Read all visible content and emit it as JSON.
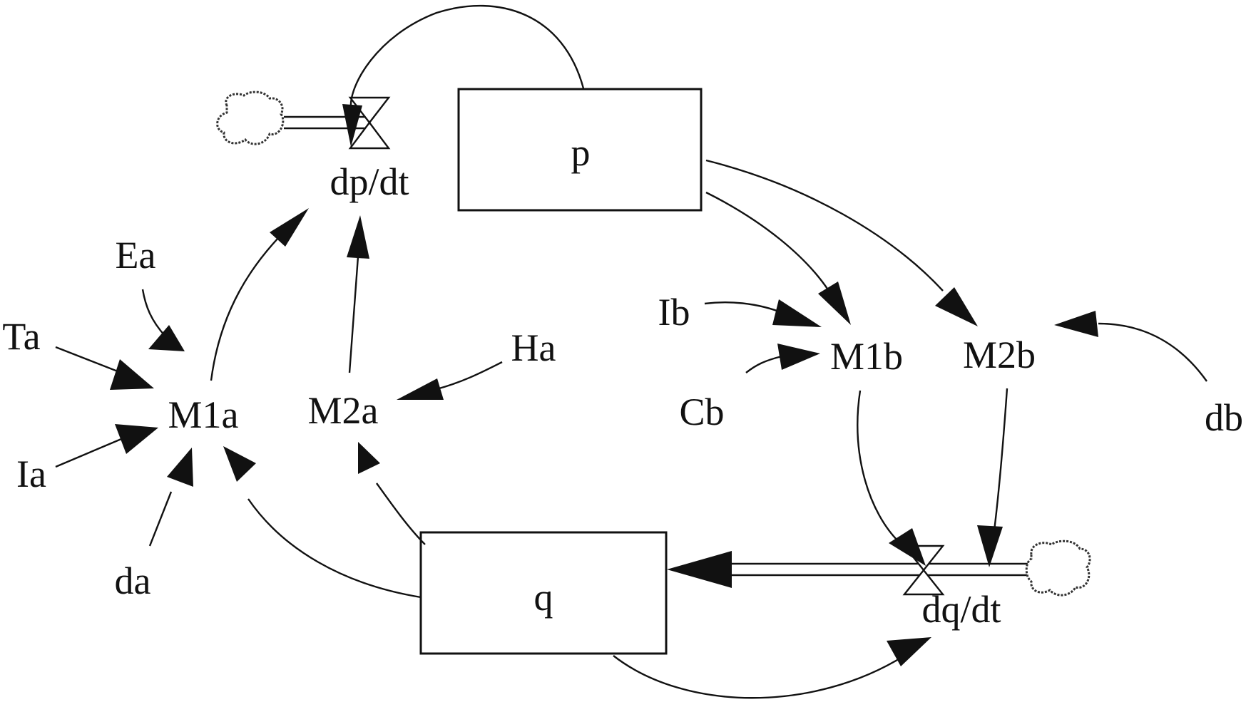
{
  "stocks": {
    "p": "p",
    "q": "q"
  },
  "flows": {
    "dp_dt": "dp/dt",
    "dq_dt": "dq/dt"
  },
  "variables": {
    "M1a": "M1a",
    "M2a": "M2a",
    "M1b": "M1b",
    "M2b": "M2b",
    "Ea": "Ea",
    "Ta": "Ta",
    "Ia": "Ia",
    "da": "da",
    "Ha": "Ha",
    "Ib": "Ib",
    "Cb": "Cb",
    "db": "db"
  },
  "colors": {
    "ink": "#111111",
    "background": "#ffffff"
  },
  "icons": {
    "source_cloud": "cloud-icon",
    "valve": "valve-icon"
  }
}
